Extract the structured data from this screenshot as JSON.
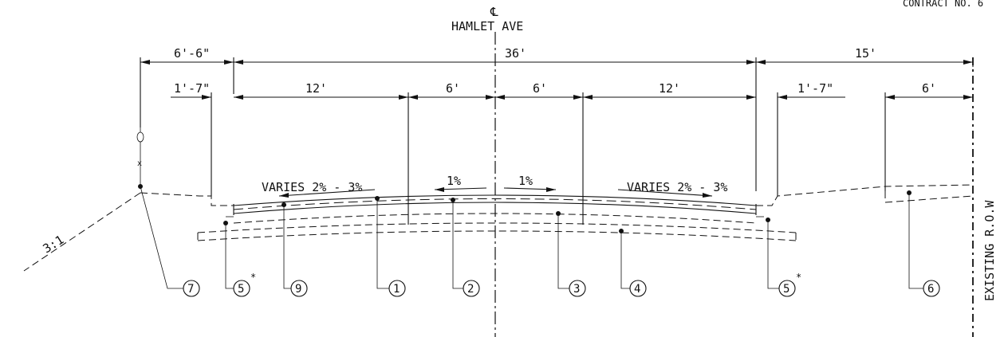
{
  "header": {
    "contract": "CONTRACT NO. 6",
    "centerline_symbol": "℄",
    "street": "HAMLET AVE"
  },
  "dimensions": {
    "left_strip": "6'-6\"",
    "roadway": "36'",
    "right_strip": "15'",
    "left_curb": "1'-7\"",
    "lane_left": "12'",
    "half_left": "6'",
    "half_right": "6'",
    "lane_right": "12'",
    "right_curb": "1'-7\"",
    "sidewalk": "6'"
  },
  "slopes": {
    "left_varies": "VARIES 2% - 3%",
    "crown_left": "1%",
    "crown_right": "1%",
    "right_varies": "VARIES 2% - 3%",
    "embankment": "3:1"
  },
  "row_label": "EXISTING R.O.W",
  "callouts": [
    {
      "num": "7",
      "star": ""
    },
    {
      "num": "5",
      "star": "*"
    },
    {
      "num": "9",
      "star": ""
    },
    {
      "num": "1",
      "star": ""
    },
    {
      "num": "2",
      "star": ""
    },
    {
      "num": "3",
      "star": ""
    },
    {
      "num": "4",
      "star": ""
    },
    {
      "num": "5",
      "star": "*"
    },
    {
      "num": "6",
      "star": ""
    }
  ]
}
